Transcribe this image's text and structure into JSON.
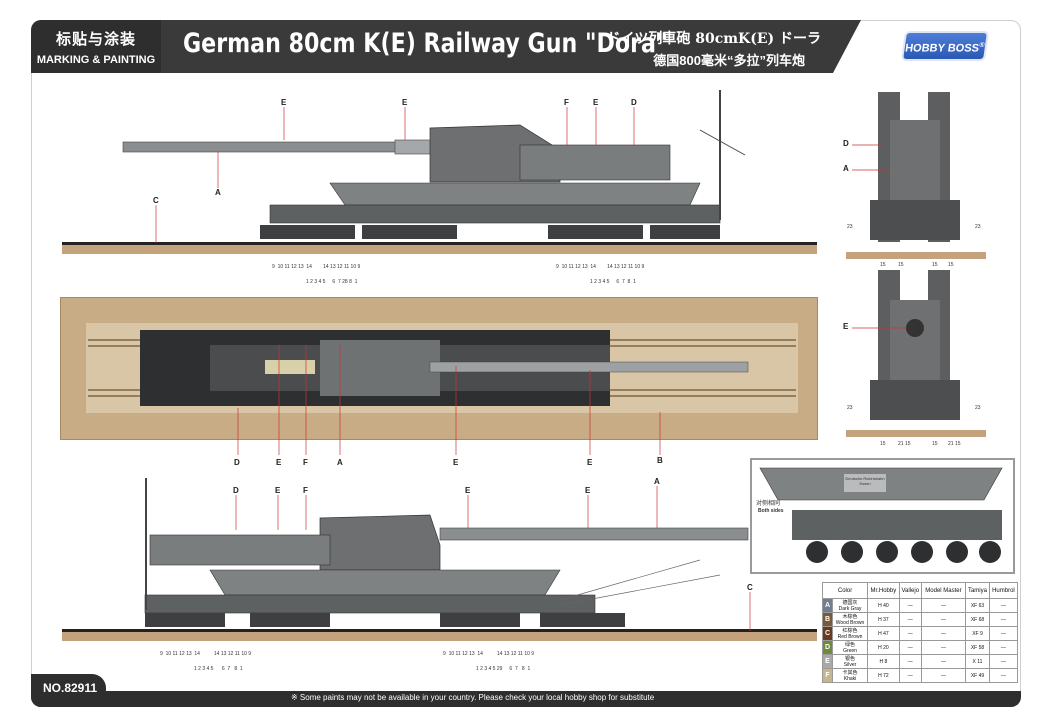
{
  "header": {
    "cn_title": "标贴与涂装",
    "en_title": "MARKING & PAINTING",
    "main_title": "German 80cm K(E) Railway Gun \"Dora\"",
    "jp_title": "ドイツ列車砲 80cmK(E) ドーラ",
    "cn_subtitle": "德国800毫米“多拉”列车炮",
    "logo": "HOBBY BOSS",
    "logo_mark": "®"
  },
  "footer": {
    "ref": "NO.82911",
    "note": "※ Some paints may not be available in your country. Please check your local hobby shop for substitute"
  },
  "views": {
    "side_top": {
      "labels": [
        "E",
        "E",
        "F",
        "E",
        "D",
        "A",
        "C"
      ],
      "ticks_a": [
        "9",
        "10 11",
        "12",
        "13",
        "14",
        "14",
        "13",
        "12",
        "11 10",
        "9"
      ],
      "ticks_b": [
        "1",
        "2 3 4 5",
        "6",
        "7",
        "28",
        "8",
        "1"
      ],
      "ticks_c": [
        "9",
        "10 11",
        "12",
        "13",
        "14",
        "14",
        "13",
        "12",
        "11 10",
        "9"
      ],
      "ticks_d": [
        "1",
        "2 3 4 5",
        "6",
        "7",
        "8",
        "1"
      ]
    },
    "plan": {
      "labels": [
        "D",
        "E",
        "F",
        "A",
        "E",
        "E",
        "B"
      ]
    },
    "side_bottom": {
      "labels": [
        "D",
        "E",
        "F",
        "E",
        "E",
        "A",
        "C"
      ],
      "ticks_a": [
        "9",
        "10 11",
        "12",
        "13",
        "14",
        "14",
        "13",
        "12",
        "11 10",
        "9"
      ],
      "ticks_b": [
        "1",
        "2 3 4 5",
        "6",
        "7",
        "8",
        "1"
      ],
      "ticks_c": [
        "9",
        "10 11",
        "12",
        "13",
        "14",
        "14",
        "13",
        "12",
        "11 10",
        "9"
      ],
      "ticks_d": [
        "1",
        "2 3 4 5 29",
        "6",
        "7",
        "8",
        "1"
      ]
    },
    "front": {
      "labels": [
        "D",
        "A",
        "23",
        "23",
        "15",
        "15",
        "15",
        "15"
      ]
    },
    "rear": {
      "labels": [
        "E",
        "23",
        "23",
        "15",
        "21 15",
        "15",
        "21 15"
      ]
    },
    "inset": {
      "cn_text": "对侧相同",
      "en_text": "Both sides",
      "plate": "Deutsche Reichsbahn Essen"
    }
  },
  "color_table": {
    "headers": [
      "Color",
      "Mr.Hobby",
      "Vallejo",
      "Model Master",
      "Tamiya",
      "Humbrol"
    ],
    "rows": [
      {
        "key": "A",
        "swatch": "#6f7f8f",
        "name_cn": "德国灰",
        "name_en": "Dark Gray",
        "mrhobby": "H 40",
        "vallejo": "—",
        "mm": "—",
        "tamiya": "XF 63",
        "humbrol": "—"
      },
      {
        "key": "B",
        "swatch": "#7a5a38",
        "name_cn": "木棕色",
        "name_en": "Wood Brown",
        "mrhobby": "H 37",
        "vallejo": "—",
        "mm": "—",
        "tamiya": "XF 68",
        "humbrol": "—"
      },
      {
        "key": "C",
        "swatch": "#6a3a20",
        "name_cn": "红棕色",
        "name_en": "Red Brown",
        "mrhobby": "H 47",
        "vallejo": "—",
        "mm": "—",
        "tamiya": "XF 9",
        "humbrol": "—"
      },
      {
        "key": "D",
        "swatch": "#6f8a3a",
        "name_cn": "绿色",
        "name_en": "Green",
        "mrhobby": "H 20",
        "vallejo": "—",
        "mm": "—",
        "tamiya": "XF 58",
        "humbrol": "—"
      },
      {
        "key": "E",
        "swatch": "#a9a9a9",
        "name_cn": "银色",
        "name_en": "Silver",
        "mrhobby": "H 8",
        "vallejo": "—",
        "mm": "—",
        "tamiya": "X 11",
        "humbrol": "—"
      },
      {
        "key": "F",
        "swatch": "#c8b588",
        "name_cn": "卡其色",
        "name_en": "Khaki",
        "mrhobby": "H 72",
        "vallejo": "—",
        "mm": "—",
        "tamiya": "XF 49",
        "humbrol": "—"
      }
    ]
  }
}
